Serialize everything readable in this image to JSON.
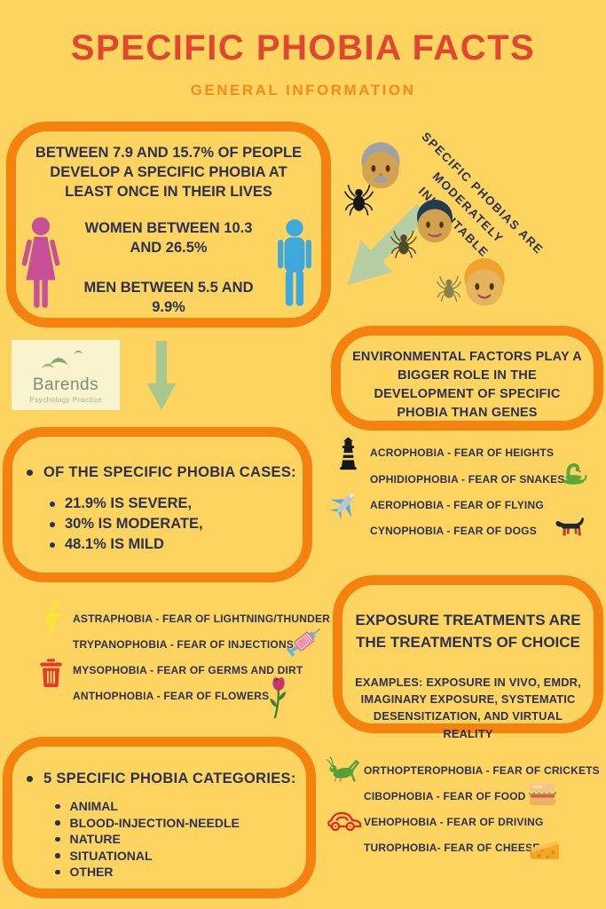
{
  "header": {
    "title": "SPECIFIC PHOBIA FACTS",
    "subtitle": "GENERAL INFORMATION"
  },
  "colors": {
    "background": "#FCD45F",
    "box_border": "#F5820E",
    "title": "#E1472E",
    "subtitle": "#F68A1C",
    "body_text": "#2D3150",
    "woman_figure": "#C75196",
    "man_figure": "#3FA9DB",
    "arrow_green": "#B6CEA1"
  },
  "prevalence_box": {
    "intro": "BETWEEN 7.9 AND 15.7% OF PEOPLE DEVELOP A SPECIFIC PHOBIA AT LEAST ONCE IN THEIR LIVES",
    "women": "WOMEN BETWEEN 10.3 AND 26.5%",
    "men": "MEN BETWEEN 5.5 AND 9.9%"
  },
  "heritability": {
    "line1": "SPECIFIC PHOBIAS ARE MODERATELY",
    "line2": "INHERITABLE",
    "graphic": [
      "grandfather-face-icon",
      "father-face-icon",
      "child-face-icon",
      "spider-icon-large",
      "spider-icon-medium",
      "spider-icon-small",
      "diagonal-arrow-icon"
    ]
  },
  "environment_box": {
    "text": "ENVIRONMENTAL FACTORS PLAY A BIGGER ROLE IN THE DEVELOPMENT OF SPECIFIC PHOBIA THAN GENES"
  },
  "logo": {
    "name": "Barends",
    "tagline": "Psychology Practice",
    "graphic": "birds-icon"
  },
  "cases_box": {
    "heading": "OF THE SPECIFIC PHOBIA CASES:",
    "items": [
      "21.9% IS SEVERE,",
      "30% IS MODERATE,",
      "48.1% IS MILD"
    ]
  },
  "lists": {
    "common_fears": {
      "items": [
        {
          "icon": "lighthouse-icon",
          "label": "ACROPHOBIA - FEAR OF HEIGHTS"
        },
        {
          "icon": "snake-icon",
          "label": "OPHIDIOPHOBIA - FEAR OF SNAKES"
        },
        {
          "icon": "airplane-icon",
          "label": "AEROPHOBIA - FEAR OF FLYING"
        },
        {
          "icon": "dog-icon",
          "label": "CYNOPHOBIA - FEAR OF DOGS"
        }
      ]
    },
    "nature_fears": {
      "items": [
        {
          "icon": "lightning-icon",
          "label": "ASTRAPHOBIA - FEAR OF LIGHTNING/THUNDER"
        },
        {
          "icon": "syringe-icon",
          "label": "TRYPANOPHOBIA - FEAR OF INJECTIONS"
        },
        {
          "icon": "trash-icon",
          "label": "MYSOPHOBIA - FEAR OF GERMS AND DIRT"
        },
        {
          "icon": "flower-icon",
          "label": "ANTHOPHOBIA - FEAR OF FLOWERS"
        }
      ]
    },
    "unusual_fears": {
      "items": [
        {
          "icon": "cricket-icon",
          "label": "ORTHOPTEROPHOBIA - FEAR OF CRICKETS"
        },
        {
          "icon": "sandwich-icon",
          "label": "CIBOPHOBIA - FEAR OF FOOD"
        },
        {
          "icon": "car-icon",
          "label": "VEHOPHOBIA - FEAR OF DRIVING"
        },
        {
          "icon": "cheese-icon",
          "label": "TUROPHOBIA- FEAR OF CHEESE"
        }
      ]
    }
  },
  "treatments_box": {
    "heading": "EXPOSURE TREATMENTS ARE THE TREATMENTS OF CHOICE",
    "examples": "EXAMPLES:  EXPOSURE IN VIVO, EMDR, IMAGINARY EXPOSURE, SYSTEMATIC DESENSITIZATION, AND VIRTUAL REALITY"
  },
  "categories_box": {
    "heading": "5 SPECIFIC PHOBIA CATEGORIES:",
    "items": [
      "ANIMAL",
      "BLOOD-INJECTION-NEEDLE",
      "NATURE",
      "SITUATIONAL",
      "OTHER"
    ]
  }
}
